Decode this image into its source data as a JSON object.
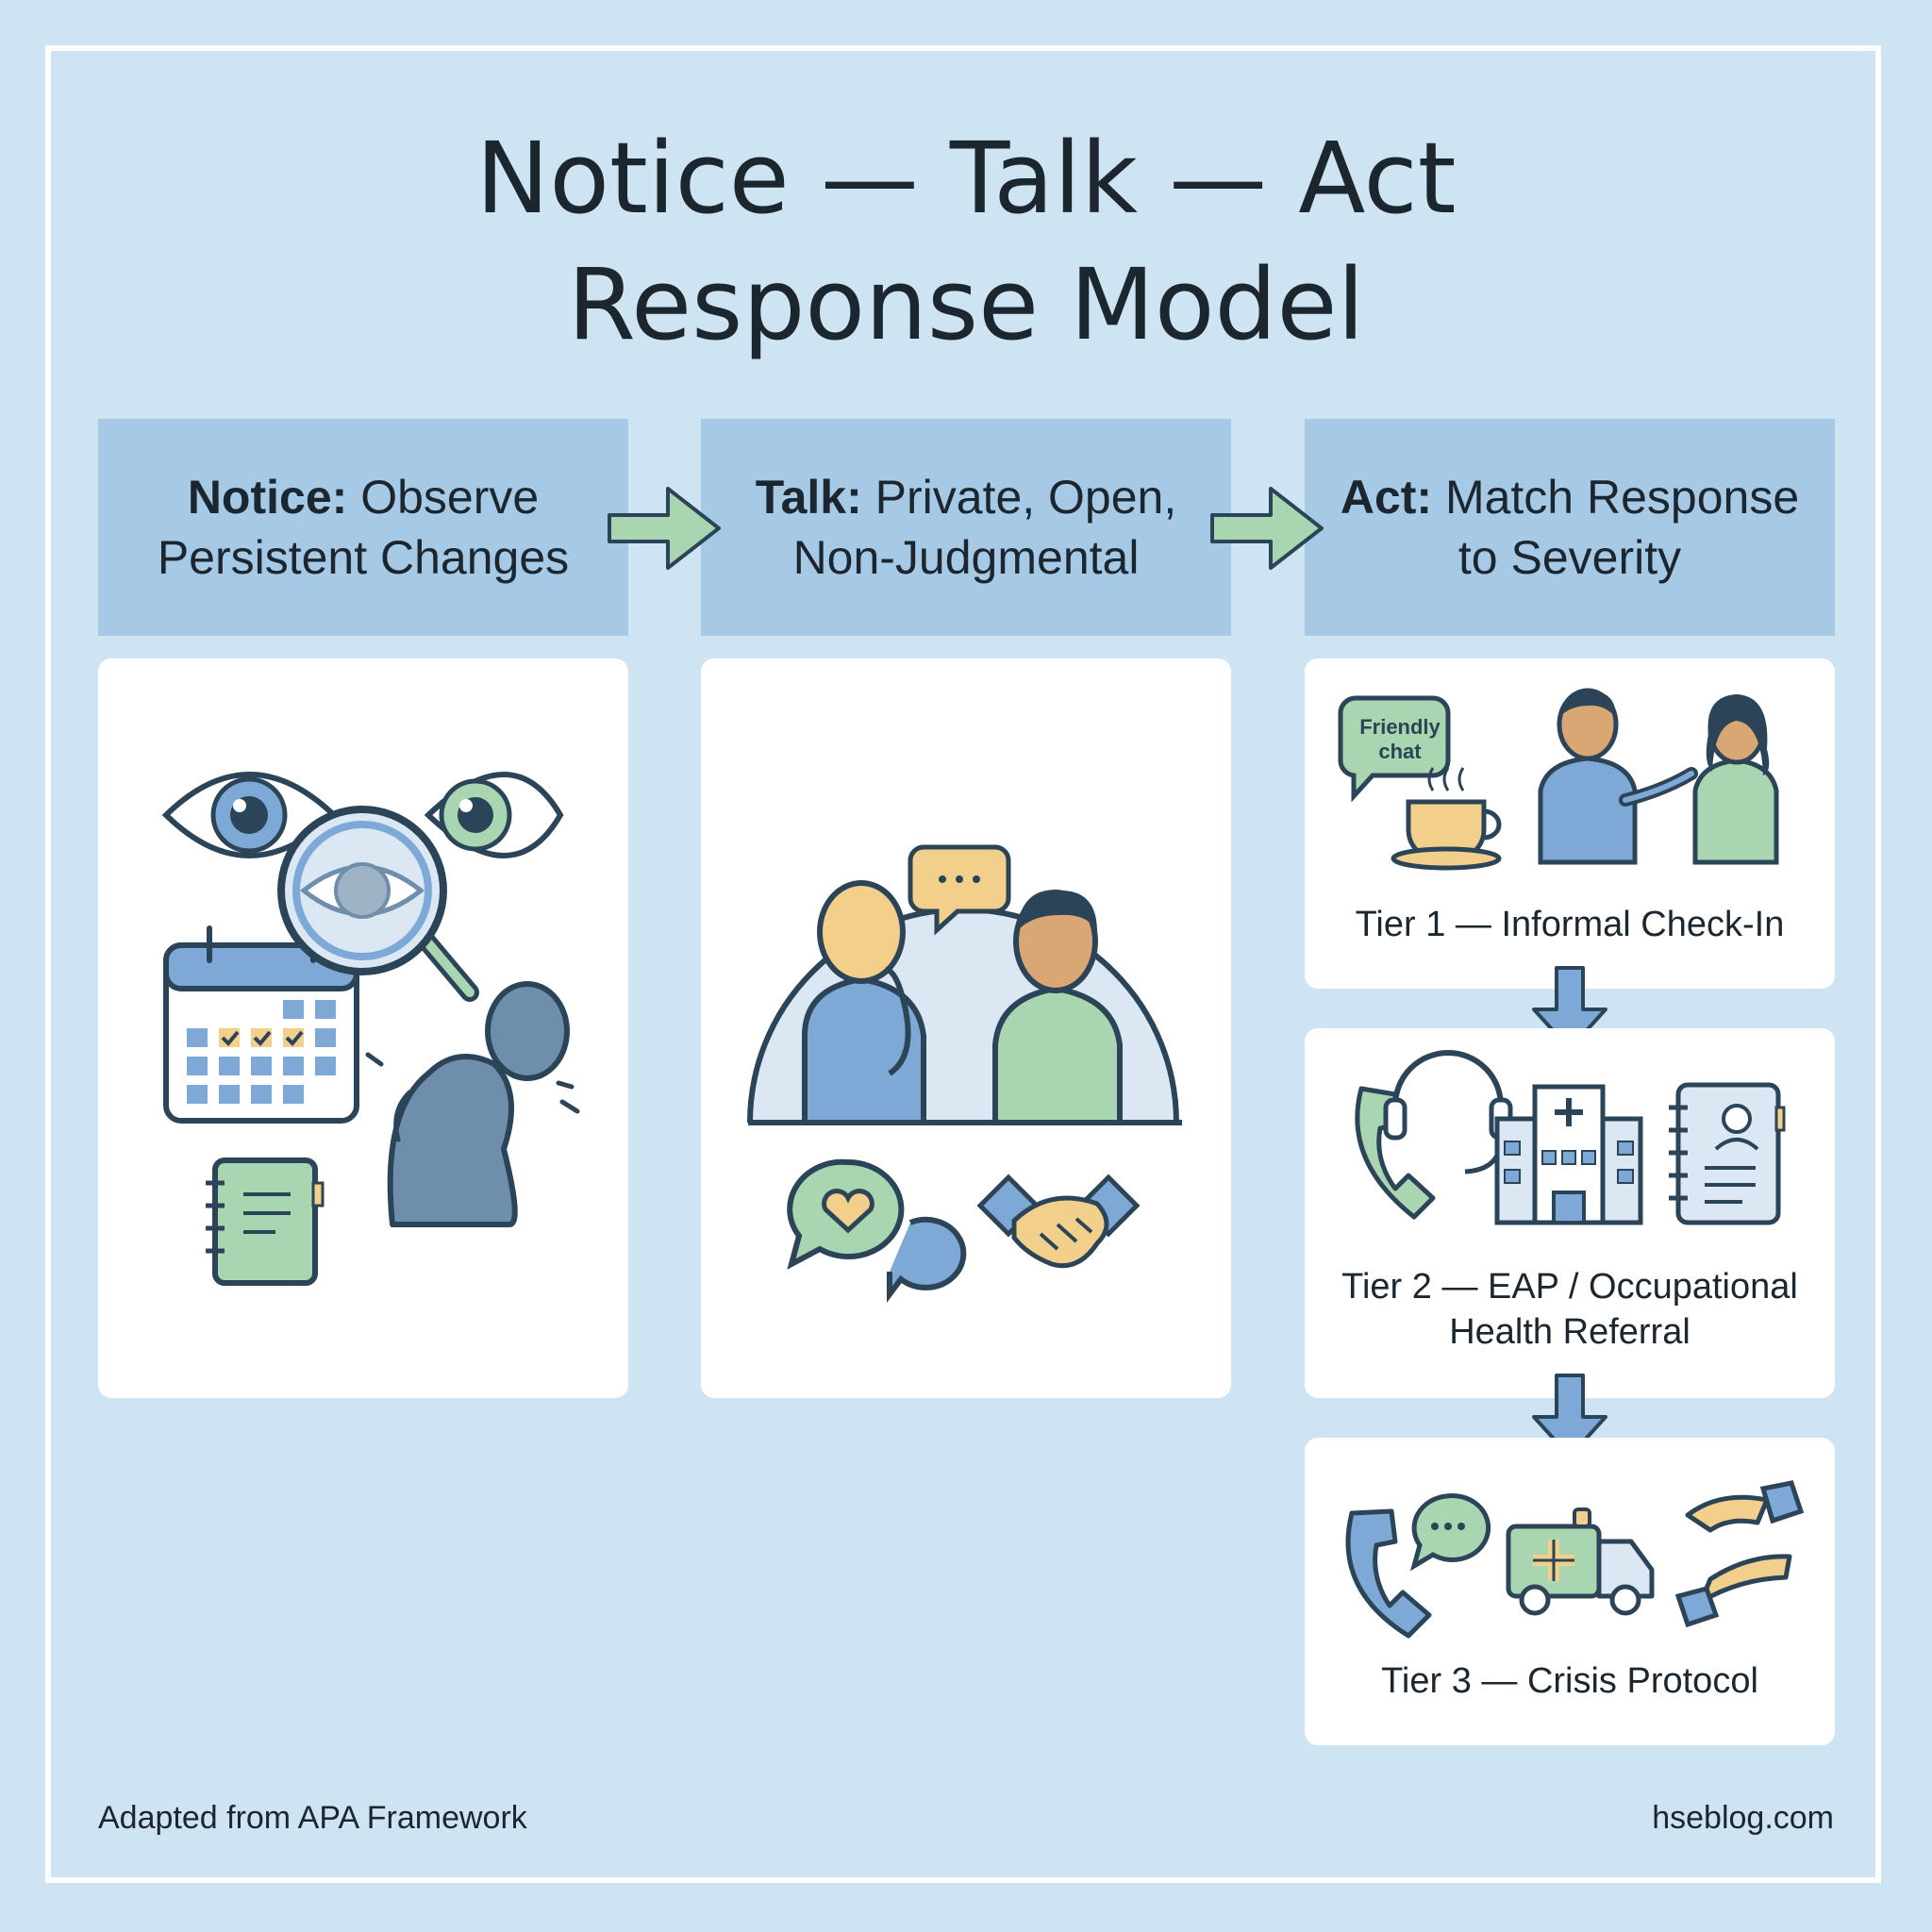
{
  "title": {
    "line1": "Notice — Talk — Act",
    "line2": "Response Model"
  },
  "steps": [
    {
      "bold": "Notice:",
      "rest1": " Observe",
      "line2": "Persistent Changes"
    },
    {
      "bold": "Talk:",
      "rest1": " Private, Open,",
      "line2": "Non-Judgmental"
    },
    {
      "bold": "Act:",
      "rest1": " Match Response",
      "line2": "to Severity"
    }
  ],
  "tiers": [
    {
      "label": "Tier 1 — Informal Check-In",
      "bubble_line1": "Friendly",
      "bubble_line2": "chat"
    },
    {
      "label_line1": "Tier 2 — EAP / Occupational",
      "label_line2": "Health Referral"
    },
    {
      "label": "Tier 3 — Crisis Protocol"
    }
  ],
  "footer": {
    "left": "Adapted from APA Framework",
    "right": "hseblog.com"
  },
  "colors": {
    "background": "#cfe4f3",
    "header": "#a6c9e6",
    "accent_green": "#a9d5b0",
    "accent_blue": "#7ea8d6",
    "outline": "#2c4457"
  }
}
